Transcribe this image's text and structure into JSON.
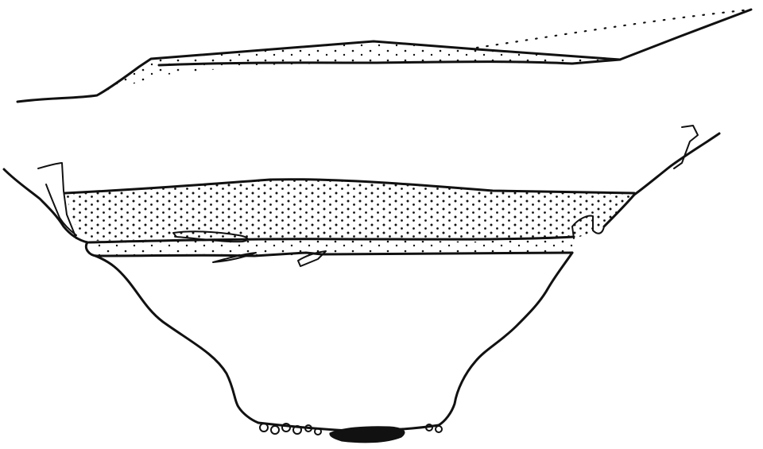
{
  "drawing": {
    "style": "black-ink-sketch",
    "background_color": "#ffffff",
    "ink_color": "#111111",
    "upper_section": {
      "features": [
        "ground-surface-line",
        "stippled-layer",
        "dotted-slope-line"
      ]
    },
    "lower_section": {
      "features": [
        "left-bank",
        "right-bank",
        "upper-stippled-fill",
        "thin-lower-fill",
        "lens-inclusion",
        "pit-profile",
        "basal-pebbles",
        "dark-basal-deposit"
      ]
    }
  }
}
